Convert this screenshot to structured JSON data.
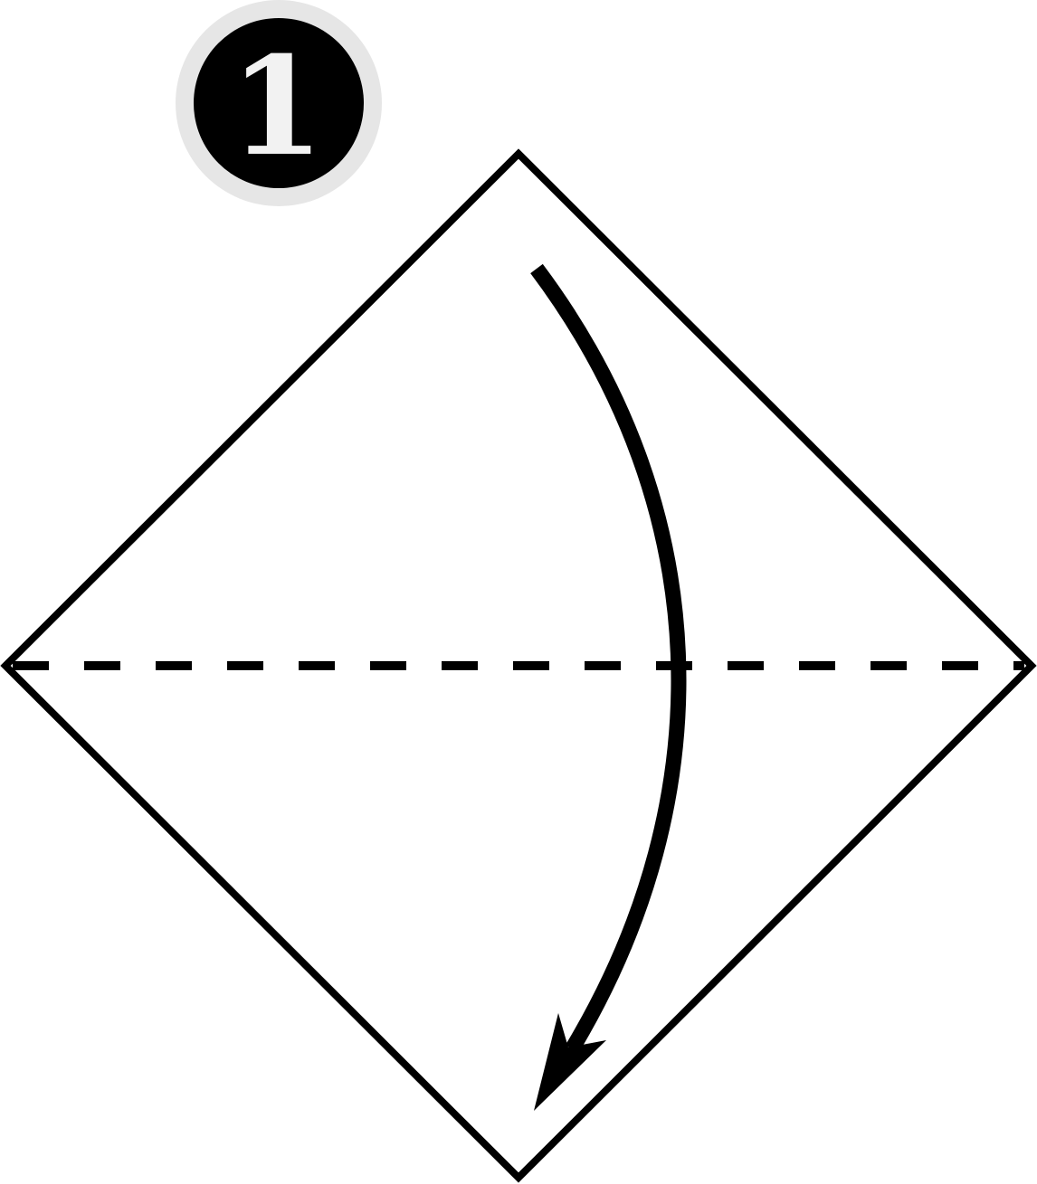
{
  "step": {
    "number": "1",
    "badge_fill": "#000000",
    "badge_ring": "#e6e6e6",
    "number_color": "#f2f2f2"
  },
  "paper": {
    "shape": "square-rotated-diamond",
    "stroke_color": "#000000",
    "fill_color": "#ffffff"
  },
  "fold_line": {
    "type": "valley-fold-dashed",
    "orientation": "horizontal-diagonal"
  },
  "arrow": {
    "type": "fold-direction-arrow",
    "direction": "top-to-bottom",
    "color": "#000000"
  }
}
